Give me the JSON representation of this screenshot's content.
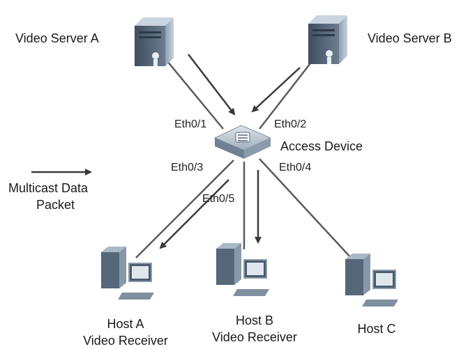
{
  "nodes": {
    "server_a": {
      "label": "Video Server A"
    },
    "server_b": {
      "label": "Video Server B"
    },
    "switch": {
      "label": "Access Device"
    },
    "host_a": {
      "name": "Host A",
      "role": "Video Receiver"
    },
    "host_b": {
      "name": "Host B",
      "role": "Video Receiver"
    },
    "host_c": {
      "name": "Host C"
    }
  },
  "ports": {
    "eth1": "Eth0/1",
    "eth2": "Eth0/2",
    "eth3": "Eth0/3",
    "eth4": "Eth0/4",
    "eth5": "Eth0/5"
  },
  "legend": {
    "line1": "Multicast Data",
    "line2": "Packet"
  },
  "colors": {
    "line": "#5a5a5a",
    "arrow": "#3a3a3a",
    "device_dark": "#4a5a6a",
    "device_light": "#9fb0c0"
  }
}
